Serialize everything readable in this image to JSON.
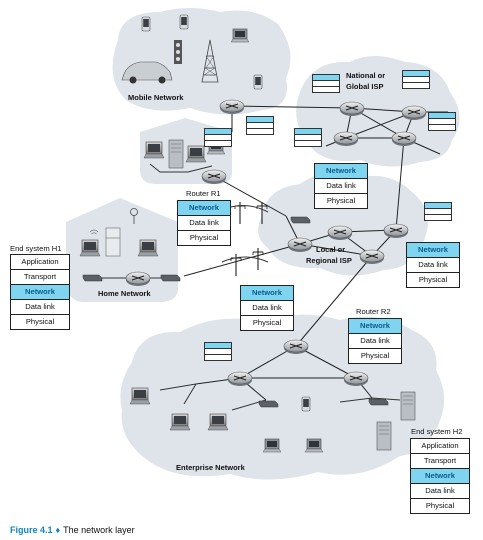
{
  "networks": {
    "mobile": "Mobile Network",
    "national_isp": [
      "National or",
      "Global ISP"
    ],
    "local_isp": [
      "Local or",
      "Regional ISP"
    ],
    "home": "Home Network",
    "enterprise": "Enterprise Network"
  },
  "stacks": {
    "h1": {
      "title": "End system H1",
      "layers": [
        "Application",
        "Transport",
        "Network",
        "Data link",
        "Physical"
      ]
    },
    "r1": {
      "title": "Router R1",
      "layers": [
        "Network",
        "Data link",
        "Physical"
      ]
    },
    "isp": {
      "layers": [
        "Network",
        "Data link",
        "Physical"
      ]
    },
    "right_mid": {
      "layers": [
        "Network",
        "Data link",
        "Physical"
      ]
    },
    "mid": {
      "layers": [
        "Network",
        "Data link",
        "Physical"
      ]
    },
    "r2": {
      "title": "Router R2",
      "layers": [
        "Network",
        "Data link",
        "Physical"
      ]
    },
    "h2": {
      "title": "End system H2",
      "layers": [
        "Application",
        "Transport",
        "Network",
        "Data link",
        "Physical"
      ]
    }
  },
  "caption": {
    "figure": "Figure 4.1",
    "separator": "♦",
    "text": "The network layer"
  },
  "colors": {
    "network_layer": "#7fd4ef",
    "cloud": "#dfe4ea",
    "caption_accent": "#0f86c3"
  }
}
